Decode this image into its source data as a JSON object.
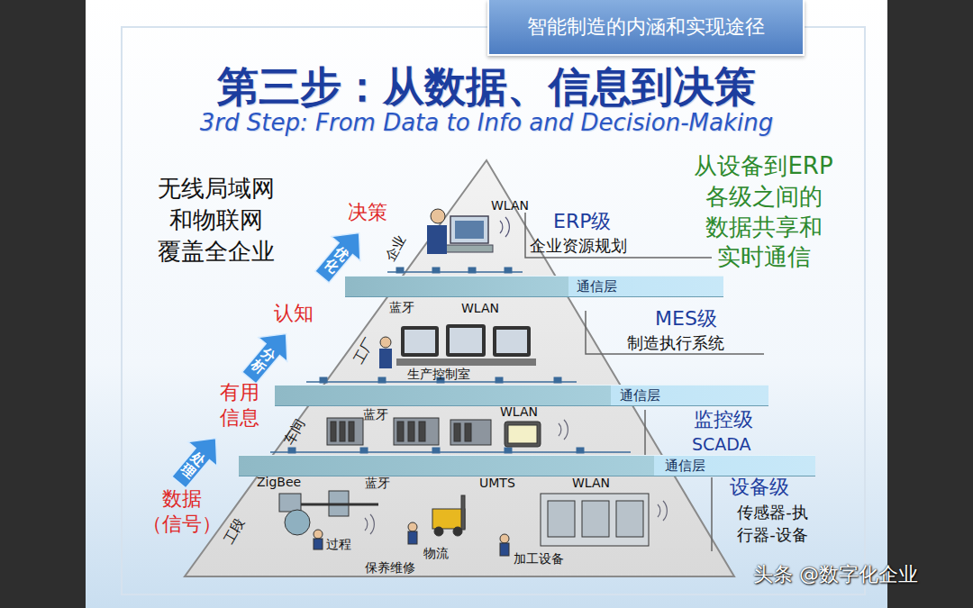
{
  "diagram": {
    "title": "第三步：从数据、信息到决策",
    "nodes": [
      {
        "text": [
          "智能制造的内涵和实现途径"
        ]
      },
      {
        "text": [
          "通信层"
        ]
      },
      {
        "text": [
          "通信层"
        ]
      },
      {
        "text": [
          "通信层"
        ]
      },
      {
        "text": [
          "优化"
        ]
      },
      {
        "text": [
          "分析"
        ]
      },
      {
        "text": [
          "处理"
        ]
      }
    ],
    "labels": [
      "3rd Step: From Data to Info and Decision-Making",
      "无线局域网 和物联网 覆盖全企业",
      "从设备到ERP 各级之间的 数据共享和 实时通信",
      "决策",
      "认知",
      "有用 信息",
      "数据 （信号）",
      "企业",
      "WLAN",
      "ERP级",
      "企业资源规划",
      "工厂",
      "蓝牙",
      "WLAN",
      "MES级",
      "制造执行系统",
      "生产控制室",
      "车间",
      "蓝牙",
      "WLAN",
      "监控级",
      "SCADA",
      "ZigBee",
      "蓝牙",
      "UMTS",
      "WLAN",
      "设备级",
      "传感器-执 行器-设备",
      "工段",
      "过程",
      "物流",
      "加工设备",
      "保养维修",
      "头条 @数字化企业"
    ]
  }
}
